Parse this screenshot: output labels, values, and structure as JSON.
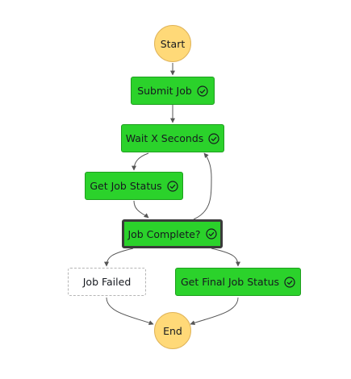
{
  "states": {
    "start": {
      "label": "Start"
    },
    "submit_job": {
      "label": "Submit Job",
      "status": "succeeded"
    },
    "wait_x_seconds": {
      "label": "Wait X Seconds",
      "status": "succeeded"
    },
    "get_job_status": {
      "label": "Get Job Status",
      "status": "succeeded"
    },
    "job_complete": {
      "label": "Job Complete?",
      "status": "succeeded",
      "selected": true
    },
    "job_failed": {
      "label": "Job Failed",
      "status": "not-run"
    },
    "get_final_job_status": {
      "label": "Get Final Job Status",
      "status": "succeeded"
    },
    "end": {
      "label": "End"
    }
  },
  "colors": {
    "succeeded_fill": "#2bd22b",
    "terminal_fill": "#ffd978",
    "edge": "#555555",
    "not_run_border": "#b5b5b5"
  },
  "icons": {
    "succeeded": "check-circle-icon"
  },
  "edges": [
    [
      "start",
      "submit_job"
    ],
    [
      "submit_job",
      "wait_x_seconds"
    ],
    [
      "wait_x_seconds",
      "get_job_status"
    ],
    [
      "get_job_status",
      "job_complete"
    ],
    [
      "job_complete",
      "wait_x_seconds"
    ],
    [
      "job_complete",
      "job_failed"
    ],
    [
      "job_complete",
      "get_final_job_status"
    ],
    [
      "job_failed",
      "end"
    ],
    [
      "get_final_job_status",
      "end"
    ]
  ]
}
